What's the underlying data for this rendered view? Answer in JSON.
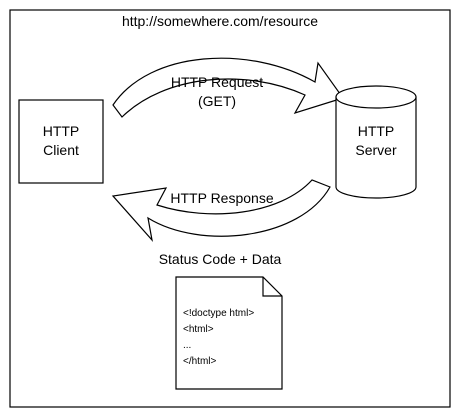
{
  "url": "http://somewhere.com/resource",
  "client": {
    "line1": "HTTP",
    "line2": "Client"
  },
  "server": {
    "line1": "HTTP",
    "line2": "Server"
  },
  "request": {
    "line1": "HTTP Request",
    "line2": "(GET)"
  },
  "response": {
    "label": "HTTP Response"
  },
  "status": "Status Code + Data",
  "document": {
    "lines": [
      "<!doctype html>",
      "<html>",
      "...",
      "</html>"
    ]
  },
  "colors": {
    "stroke": "#000000",
    "fill": "#ffffff"
  }
}
